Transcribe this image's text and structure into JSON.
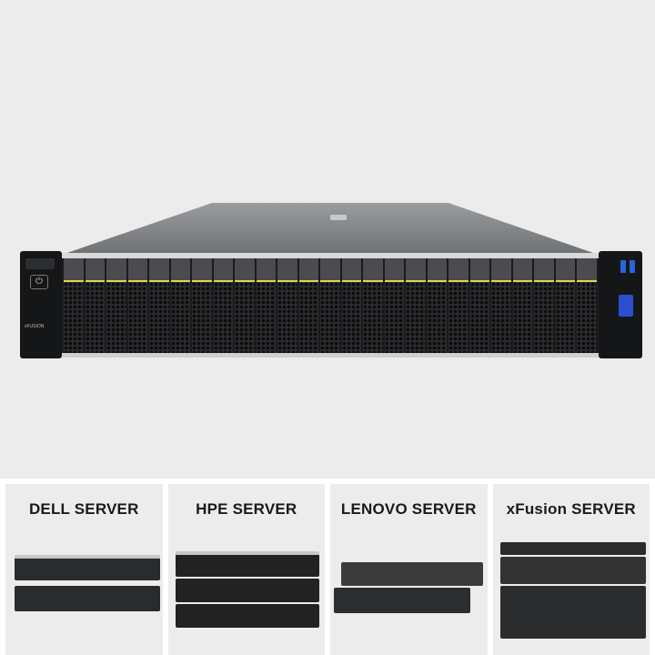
{
  "hero": {
    "product": "xFusion 2U rack server",
    "drive_bays": 25,
    "left_ear_brand": "xFUSION",
    "colors": {
      "background": "#ececec",
      "chassis": "#1b1c1e",
      "accent": "#e2d64a",
      "port": "#2a63d6"
    }
  },
  "cards": [
    {
      "label": "DELL SERVER"
    },
    {
      "label": "HPE SERVER"
    },
    {
      "label": "LENOVO SERVER"
    },
    {
      "label": "xFusion SERVER"
    }
  ]
}
